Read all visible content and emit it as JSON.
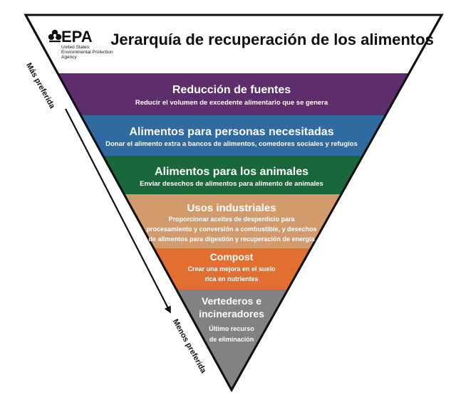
{
  "title": "Jerarquía de recuperación de los alimentos",
  "logo": {
    "name": "EPA",
    "lines": [
      "United States",
      "Environmental Protection",
      "Agency"
    ]
  },
  "arrow": {
    "top_label": "Más preferida",
    "bottom_label": "Menos preferida"
  },
  "tiers": [
    {
      "heading": "Reducción de fuentes",
      "lines": [
        "Reducir el volumen de excedente alimentario que se genera"
      ],
      "color": "#5e2d6b"
    },
    {
      "heading": "Alimentos para personas necesitadas",
      "lines": [
        "Donar el alimento extra a bancos de alimentos, comedores sociales y refugios"
      ],
      "color": "#2f6aa1"
    },
    {
      "heading": "Alimentos para los animales",
      "lines": [
        "Enviar desechos de alimentos para alimento de animales"
      ],
      "color": "#19683b"
    },
    {
      "heading": "Usos industriales",
      "lines": [
        "Proporcionar aceites de desperdicio para",
        "procesamiento y conversión a combustible, y desechos",
        "de alimentos para digestión y recuperación de energía"
      ],
      "color": "#d39b6c"
    },
    {
      "heading": "Compost",
      "lines": [
        "Crear una mejora en el suelo",
        "rica en nutrientes"
      ],
      "color": "#e26f2f"
    },
    {
      "heading": "Vertederos e",
      "heading2": "incineradores",
      "lines": [
        "Último recurso",
        "de eliminación"
      ],
      "color": "#818282"
    }
  ]
}
